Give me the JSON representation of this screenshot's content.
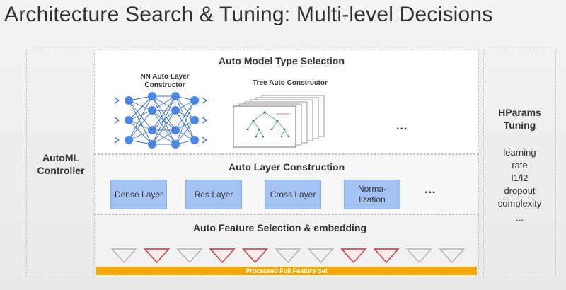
{
  "title": "Architecture Search & Tuning: Multi-level Decisions",
  "controller_label": "AutoML Controller",
  "model_selection": {
    "title": "Auto Model Type Selection",
    "nn_label": "NN Auto Layer Constructor",
    "tree_label": "Tree Auto Constructor",
    "more": "..."
  },
  "layer_construction": {
    "title": "Auto Layer Construction",
    "layers": [
      "Dense Layer",
      "Res Layer",
      "Cross Layer",
      "Norma- lization"
    ],
    "more": "..."
  },
  "feature_selection": {
    "title": "Auto Feature Selection & embedding",
    "features": [
      "unselected",
      "selected",
      "unselected",
      "selected",
      "selected",
      "unselected",
      "unselected",
      "selected",
      "selected",
      "unselected"
    ],
    "bar_label": "Processed Full Feature Set"
  },
  "hparams": {
    "title": "HParams Tuning",
    "items": [
      "learning",
      "rate",
      "l1/l2",
      "dropout",
      "complexity",
      "..."
    ]
  },
  "colors": {
    "layer_box": "#a4c2f4",
    "neuron": "#4a86e8",
    "selected_feature": "#cc3333",
    "unselected_feature": "#b0b0b0",
    "feature_bar": "#f1a900"
  }
}
